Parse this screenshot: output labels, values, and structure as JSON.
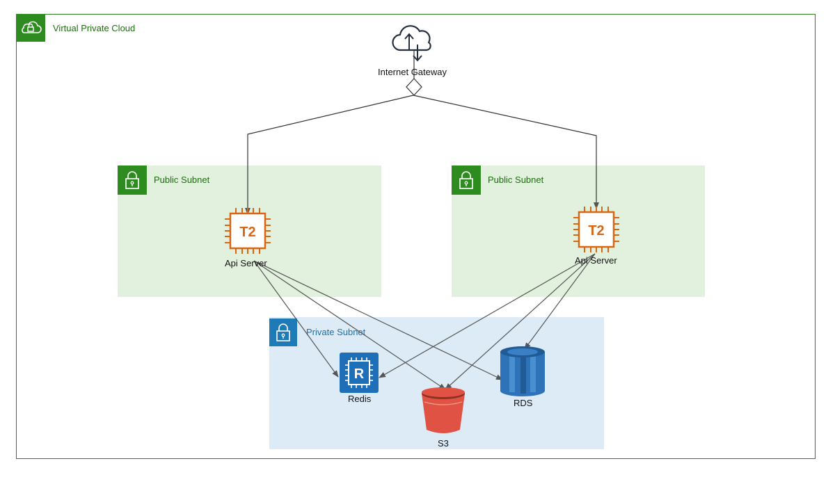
{
  "vpc": {
    "label": "Virtual Private Cloud",
    "color": "#2e8b1f"
  },
  "gateway": {
    "label": "Internet Gateway"
  },
  "public_subnets": [
    {
      "label": "Public Subnet",
      "server": {
        "badge": "T2",
        "label": "Api Server"
      }
    },
    {
      "label": "Public Subnet",
      "server": {
        "badge": "T2",
        "label": "Api Server"
      }
    }
  ],
  "private_subnet": {
    "label": "Private Subnet",
    "redis": {
      "badge": "R",
      "label": "Redis"
    },
    "s3": {
      "label": "S3"
    },
    "rds": {
      "label": "RDS"
    }
  },
  "colors": {
    "ec2": "#d86613",
    "redis": "#1f6fb8",
    "s3": "#e05243",
    "rds": "#2e73b8",
    "public_bg": "#e2f1de",
    "private_bg": "#dcebf5",
    "private_badge": "#1f7ab8"
  }
}
